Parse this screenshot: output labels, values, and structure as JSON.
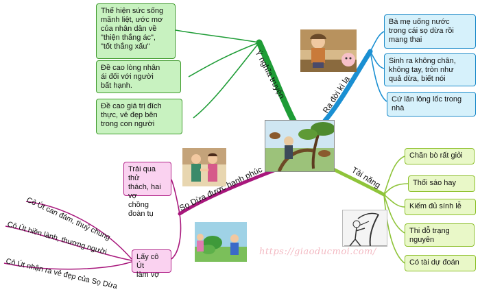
{
  "colors": {
    "y_nghia": "#1e9c36",
    "ra_doi": "#1a8fd2",
    "tai_nang": "#8fc43a",
    "hanh_phuc": "#a8177c"
  },
  "branches": {
    "y_nghia": "Ý nghĩa truyện",
    "ra_doi": "Ra đời kì lạ",
    "tai_nang": "Tài năng",
    "hanh_phuc": "Sọ Dừa được hạnh phúc"
  },
  "y_nghia_items": [
    [
      "Thể hiện sức sống",
      "mãnh liệt, ước mơ",
      "của nhân dân về",
      "\"thiện thắng ác\",",
      "\"tốt thắng xấu\""
    ],
    [
      "Đề cao lòng nhân",
      "ái đối với người",
      "bất hạnh."
    ],
    [
      "Đề cao giá trị đích",
      "thực, vẻ đẹp bên",
      "trong con người"
    ]
  ],
  "ra_doi_items": [
    [
      "Bà mẹ uống nước",
      "trong cái sọ dừa rồi",
      "mang thai"
    ],
    [
      "Sinh ra không chân,",
      "không tay, tròn như",
      "quả dừa, biết nói"
    ],
    [
      "Cứ lăn lông lốc trong",
      "nhà"
    ]
  ],
  "tai_nang_items": [
    [
      "Chăn bò rất giỏi"
    ],
    [
      "Thổi sáo hay"
    ],
    [
      "Kiếm đủ sính lễ"
    ],
    [
      "Thi đỗ trạng",
      "nguyên"
    ],
    [
      "Có tài dự đoán"
    ]
  ],
  "hanh_phuc_items": {
    "trai_qua": [
      "Trải qua thử",
      "thách, hai vợ",
      "chồng đoàn tụ"
    ],
    "lay_co_ut": [
      "Lấy cô Út",
      "làm vợ"
    ]
  },
  "co_ut_traits": [
    "Cô Út can đảm, thuỷ chung",
    "Cô Út hiền lành, thương người",
    "Cô Út nhận ra vẻ đẹp của Sọ Dừa"
  ],
  "watermark": "https://giaoducmoi.com/",
  "pictures": [
    "center-illustration",
    "mother-illustration",
    "couple-illustration",
    "flute-illustration",
    "gift-illustration"
  ]
}
